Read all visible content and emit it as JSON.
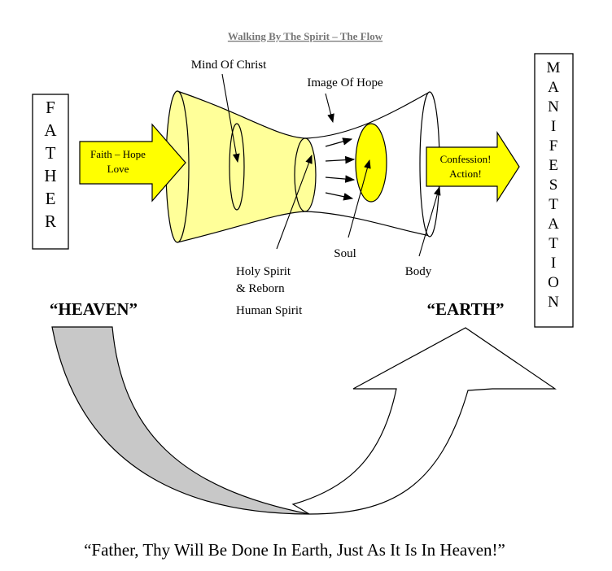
{
  "title": "Walking By The Spirit – The Flow",
  "left_box_letters": [
    "F",
    "A",
    "T",
    "H",
    "E",
    "R"
  ],
  "right_box_letters": [
    "M",
    "A",
    "N",
    "I",
    "F",
    "E",
    "S",
    "T",
    "A",
    "T",
    "I",
    "O",
    "N"
  ],
  "left_arrow_text": [
    "Faith – Hope",
    "Love"
  ],
  "right_arrow_text": [
    "Confession!",
    "Action!"
  ],
  "labels": {
    "mind_of_christ": "Mind Of Christ",
    "image_of_hope": "Image Of Hope",
    "soul": "Soul",
    "body": "Body",
    "holy_spirit": [
      "Holy Spirit",
      "& Reborn",
      "Human Spirit"
    ]
  },
  "heaven_label": "“HEAVEN”",
  "earth_label": "“EARTH”",
  "quote": "“Father, Thy Will Be Done In Earth, Just As It Is In Heaven!”",
  "colors": {
    "yellow_fill": "#FFFF99",
    "arrow_yellow": "#FFFF00",
    "soul_yellow": "#FFFF00",
    "gray_arrow": "#C8C8C8",
    "outline": "#000000"
  }
}
